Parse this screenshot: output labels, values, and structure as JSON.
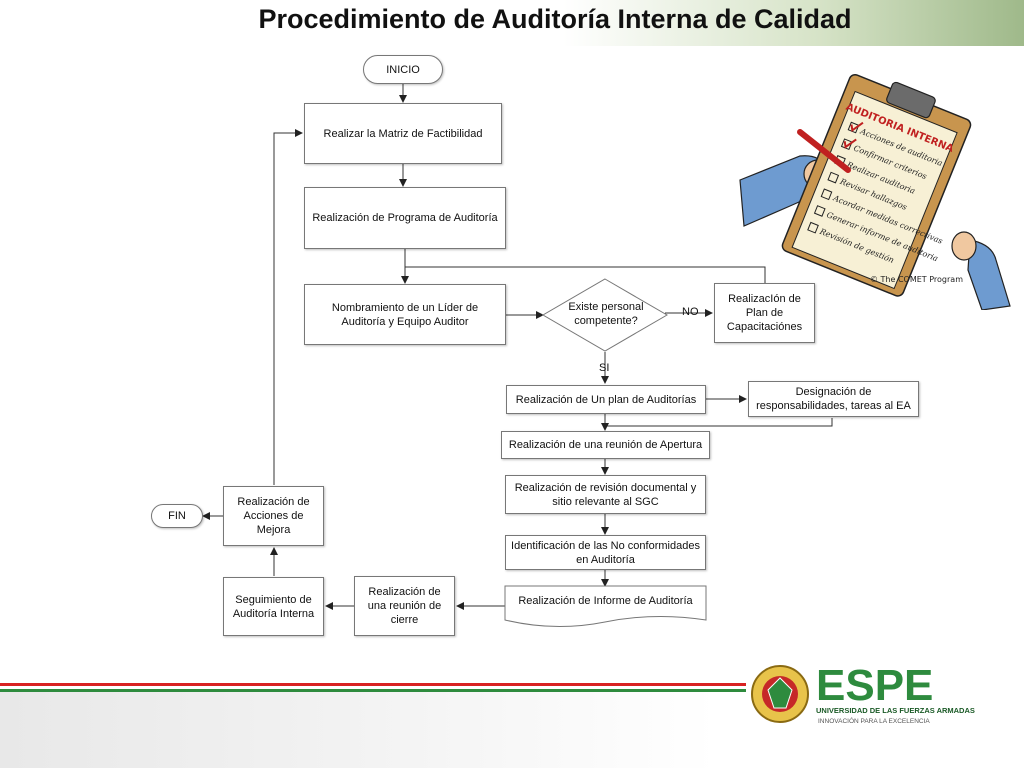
{
  "header": {
    "title": "Procedimiento de Auditoría Interna de Calidad"
  },
  "flow": {
    "inicio": "INICIO",
    "fin": "FIN",
    "matriz": "Realizar la Matriz de Factibilidad",
    "programa": "Realización de Programa de Auditoría",
    "nombramiento": "Nombramiento de un Líder de Auditoría y Equipo Auditor",
    "decision": "Existe personal competente?",
    "no_label": "NO",
    "si_label": "SI",
    "capacitaciones": "RealizacIón de Plan de Capacitaciónes",
    "plan": "Realización de Un plan de Auditorías",
    "designacion": "Designación de responsabilidades, tareas al EA",
    "apertura": "Realización de una reunión de Apertura",
    "revision": "Realización de revisión documental y sitio relevante al SGC",
    "no_conformidades": "Identificación de las No conformidades en Auditoría",
    "informe": "Realización de Informe de Auditoría",
    "cierre": "Realización de una reunión de cierre",
    "seguimiento": "Seguimiento de Auditoría Interna",
    "acciones": "Realización de Acciones de Mejora"
  },
  "illustration": {
    "clipboard_title": "AUDITORIA INTERNA",
    "items": [
      "Acciones de auditoria",
      "Confirmar criterios",
      "Realizar auditoria",
      "Revisar hallazgos",
      "Acordar medidas correctivas",
      "Generar informe de auditoria",
      "Revisión de gestión"
    ],
    "credit": "© The COMET Program"
  },
  "footer": {
    "logo_text": "ESPE",
    "university": "UNIVERSIDAD DE LAS FUERZAS ARMADAS",
    "motto": "INNOVACIÓN PARA LA EXCELENCIA",
    "colors": {
      "brand_green": "#2e8b3e",
      "stripe_red": "#d82222",
      "stripe_green": "#2e8b3e"
    }
  }
}
